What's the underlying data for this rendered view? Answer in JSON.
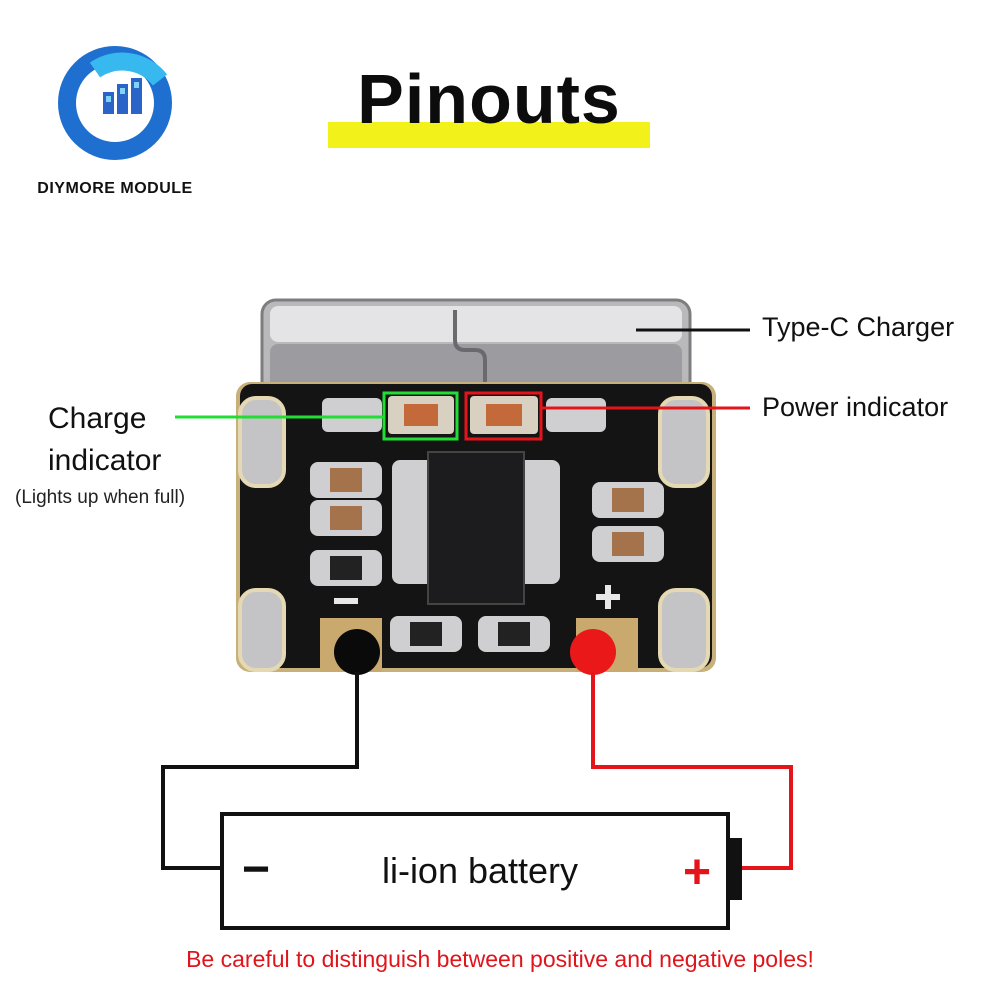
{
  "title": "Pinouts",
  "brand": {
    "name": "DIYMORE MODULE",
    "logo_icon": "diymore-logo-icon"
  },
  "labels": {
    "type_c": "Type-C Charger",
    "power_indicator": "Power indicator",
    "charge_indicator_line1": "Charge",
    "charge_indicator_line2": "indicator",
    "charge_indicator_note": "(Lights up when full)"
  },
  "battery": {
    "label": "li-ion battery",
    "negative": "−",
    "positive": "+"
  },
  "warning": "Be careful to distinguish between positive and negative poles!",
  "colors": {
    "title_highlight": "#f2f21a",
    "charge_line": "#22dd33",
    "power_line": "#e4141b",
    "negative_wire": "#111111",
    "positive_wire": "#e4141b",
    "warning_text": "#e0141b"
  }
}
